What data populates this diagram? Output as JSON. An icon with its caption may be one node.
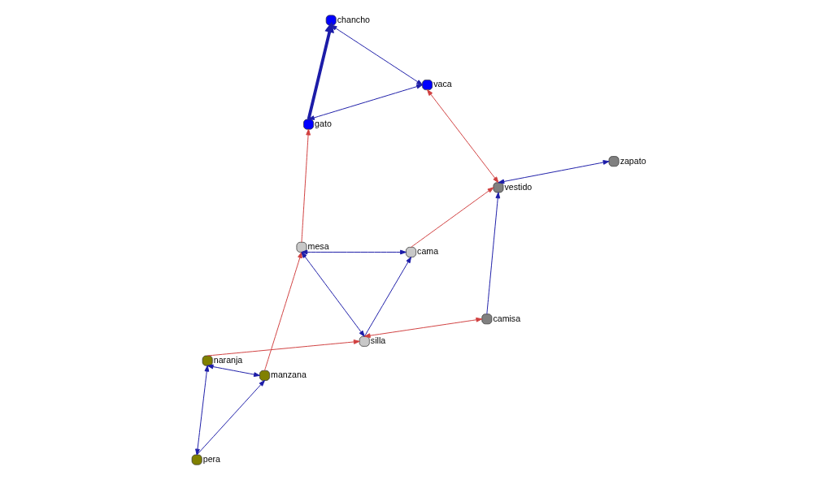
{
  "diagram": {
    "nodes": [
      {
        "text": [
          "gato"
        ]
      },
      {
        "text": [
          "chancho"
        ]
      },
      {
        "text": [
          "manzana"
        ]
      },
      {
        "text": [
          "mesa"
        ]
      },
      {
        "text": [
          "pera"
        ]
      },
      {
        "text": [
          "vaca"
        ]
      },
      {
        "text": [
          "naranja"
        ]
      },
      {
        "text": [
          "cama"
        ]
      },
      {
        "text": [
          "silla"
        ]
      },
      {
        "text": [
          "vestido"
        ]
      },
      {
        "text": [
          "zapato"
        ]
      },
      {
        "text": [
          "camisa"
        ]
      }
    ],
    "edges": [
      {
        "from": 4,
        "to": 2,
        "arrow": "to"
      },
      {
        "from": 4,
        "to": 6,
        "arrow": "both"
      },
      {
        "from": 2,
        "to": 6,
        "arrow": "both"
      },
      {
        "from": 2,
        "to": 3,
        "arrow": "to",
        "color": "#d04040"
      },
      {
        "from": 3,
        "to": 0,
        "arrow": "to",
        "color": "#d04040"
      },
      {
        "from": 0,
        "to": 1,
        "arrow": "to",
        "style": "thick"
      },
      {
        "from": 0,
        "to": 5,
        "arrow": "both"
      },
      {
        "from": 1,
        "to": 5,
        "arrow": "both"
      },
      {
        "from": 3,
        "to": 8,
        "arrow": "both"
      },
      {
        "from": 3,
        "to": 7,
        "arrow": "both"
      },
      {
        "from": 6,
        "to": 8,
        "arrow": "to",
        "color": "#d04040"
      },
      {
        "from": 8,
        "to": 7,
        "arrow": "to"
      },
      {
        "from": 7,
        "to": 9,
        "arrow": "to",
        "color": "#d04040"
      },
      {
        "from": 5,
        "to": 9,
        "arrow": "both",
        "color": "#d04040"
      },
      {
        "from": 8,
        "to": 11,
        "arrow": "both",
        "color": "#d04040"
      },
      {
        "from": 11,
        "to": 9,
        "arrow": "to"
      },
      {
        "from": 9,
        "to": 10,
        "arrow": "both"
      }
    ]
  }
}
